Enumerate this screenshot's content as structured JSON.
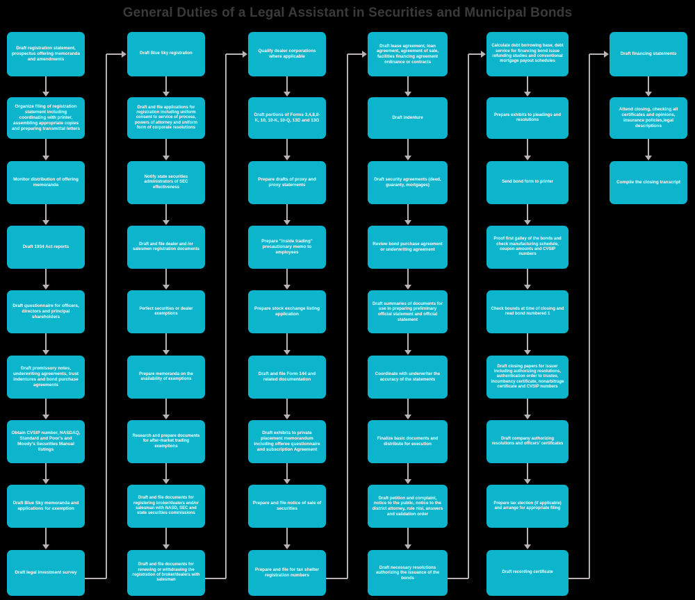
{
  "title": "General Duties of a Legal Assistant in Securities and Municipal Bonds",
  "theme": {
    "background": "#000000",
    "node_fill": "#0cb4cc",
    "node_text": "#ffffff",
    "connector": "#b9b3b3",
    "title_text": "#3a3a3a"
  },
  "columns": [
    {
      "name": "registration-and-offering",
      "nodes": [
        "Draft registration statement, prospectus offering memoranda and amendments",
        "Organize filing of registration statement including coordinating with printer, assembling appropriate copies and preparing transmittal letters",
        "Monitor distribution of offering memoranda",
        "Draft 1934 Act reports",
        "Draft questionnaire for officers, directors and principal shareholders",
        "Draft promissory notes, underwriting agreements, trust indentures and bond purchase agreements",
        "Obtain CVSIP number, NASDAQ, Standard and Poor's and Moody's Securities Manual listings",
        "Draft Blue Sky memoranda and applications for exemption",
        "Draft legal investment survey"
      ]
    },
    {
      "name": "blue-sky-and-dealer-registration",
      "nodes": [
        "Draft Blue Sky registration",
        "Draft and file applications for registration including uniform consent to service of process, powers of attorney and uniform form of corporate resolutions",
        "Notify state securities administrators of SEC effectiveness",
        "Draft and file dealer and /or salesmen registration documents",
        "Perfect securities or dealer exemptions",
        "Prepare memoranda on the availability of exemptions",
        "Research and prepare documents for after-market trading exemptions",
        "Draft and file documents for registering broker/dealers and/or salesman with NASD, SEC and state securities commissions",
        "Draft and file documents for renewing or withdrawing the registration of broker/dealers with salesman"
      ]
    },
    {
      "name": "securities-forms-and-filings",
      "nodes": [
        "Qualify dealer corporations where applicable",
        "Draft portions of Forms 3,4,8,8-K, 10, 10-K, 10-Q, 13D and 13G",
        "Prepare drafts of proxy and proxy statements",
        "Prepare \"inside trading\" precautionary memo to employees",
        "Prepare stock exchange listing application",
        "Draft and file Form 144 and related documentation",
        "Draft exhibits to private placement memorandum including offeree questionnaire and subscription Agreement",
        "Prepare and file notice of sale of securities",
        "Prepare and file for tax shelter registration numbers"
      ]
    },
    {
      "name": "bond-agreements-and-documents",
      "nodes": [
        "Draft lease agreement, loan agreement, agreement of sale, facilities financing agreement ordinance or contracts",
        "Draft indenture",
        "Draft security agreements (deed, guaranty, mortgages)",
        "Review bond purchase agreement or underwriting agreement",
        "Draft summaries of documents for use in preparing preliminary official statement and official statement",
        "Coordinate with underwriter the accuracy of the statements",
        "Finalize basic documents and distribute for execution",
        "Draft petition and complaint, notice to the public, notice to the district attorney, rule nisi, answers and validation order",
        "Draft necessary resolutions authorizing the issuance of the bonds"
      ]
    },
    {
      "name": "bond-issuance-and-closing-papers",
      "nodes": [
        "Calculate debt borrowing base, debt service for financing bond issue refunding studies and conventional mortgage payout schedules",
        "Prepare exhibits to pleadings and resolutions",
        "Send bond form to printer",
        "Proof first galley of the bonds and check manufacturing schedule, coupon amounts and CVSIP numbers",
        "Check bounds at time of closing and read bond numbered 1",
        "Draft closing papers for issuer including authorizing resolutions, authentication order to trustee, incumbency certificate, nonarbitrage certificate and CVSIP numbers",
        "Draft company authorizing resolutions and officers' certificates",
        "Prepare tax election (if applicable) and arrange for appropriate filing",
        "Draft recording certificate"
      ]
    },
    {
      "name": "financing-statements-and-transcript",
      "nodes": [
        "Draft financing statements",
        "Attend closing, checking all certificates and opinions, insurance policies,legal descriptions",
        "Compile the closing transcript"
      ]
    }
  ]
}
